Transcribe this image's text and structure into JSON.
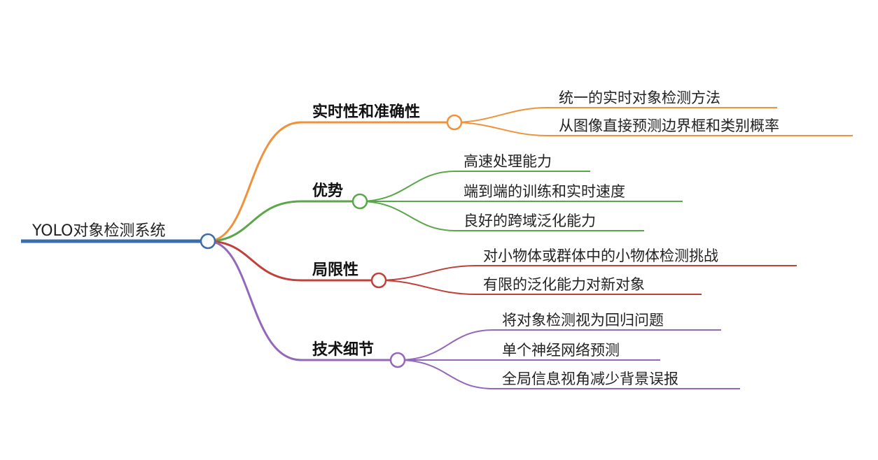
{
  "root": {
    "label": "YOLO对象检测系统",
    "color": "#3b6ea8"
  },
  "branches": [
    {
      "id": "b1",
      "label": "实时性和准确性",
      "color": "#f0923a",
      "children": [
        "统一的实时对象检测方法",
        "从图像直接预测边界框和类别概率"
      ]
    },
    {
      "id": "b2",
      "label": "优势",
      "color": "#5aa64a",
      "children": [
        "高速处理能力",
        "端到端的训练和实时速度",
        "良好的跨域泛化能力"
      ]
    },
    {
      "id": "b3",
      "label": "局限性",
      "color": "#c0403a",
      "children": [
        "对小物体或群体中的小物体检测挑战",
        "有限的泛化能力对新对象"
      ]
    },
    {
      "id": "b4",
      "label": "技术细节",
      "color": "#9468b8",
      "children": [
        "将对象检测视为回归问题",
        "单个神经网络预测",
        "全局信息视角减少背景误报"
      ]
    }
  ]
}
